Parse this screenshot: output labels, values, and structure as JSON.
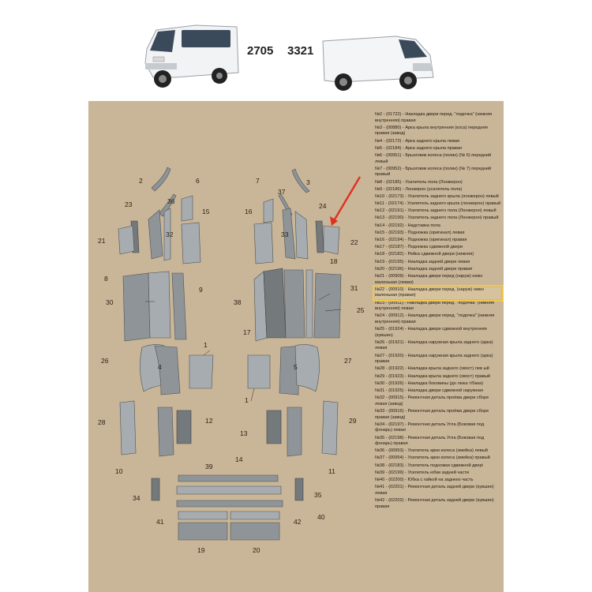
{
  "header": {
    "model_left": "2705",
    "model_right": "3321"
  },
  "labels": {
    "n1a": "1",
    "n1b": "1",
    "n2": "2",
    "n3": "3",
    "n4": "4",
    "n5": "5",
    "n6": "6",
    "n7": "7",
    "n8": "8",
    "n9": "9",
    "n10": "10",
    "n11": "11",
    "n12": "12",
    "n13": "13",
    "n14": "14",
    "n15": "15",
    "n16": "16",
    "n17": "17",
    "n18": "18",
    "n19": "19",
    "n20": "20",
    "n21": "21",
    "n22": "22",
    "n23": "23",
    "n24": "24",
    "n25": "25",
    "n26": "26",
    "n27": "27",
    "n28": "28",
    "n29": "29",
    "n30": "30",
    "n31": "31",
    "n32": "32",
    "n33": "33",
    "n34": "34",
    "n35": "35",
    "n36": "36",
    "n37": "37",
    "n38": "38",
    "n39": "39",
    "n40": "40",
    "n41": "41",
    "n42": "42"
  },
  "legend": [
    "№2 - (01722) - Накладка двери перед. \"лодочка\" (нижняя внутренняя) правая",
    "№3 - (00880) - Арка крыла внутренняя (коса) передняя правая (завод)",
    "№4 - (02172) - Арка заднего крыла левая",
    "№5 - (02184) - Арка заднего крыла правая",
    "№6 - (00951) - Брызговик колеса (полик) (№ 6) передний левый",
    "№7 - (00952) - Брызговик колеса (полик) (№ 7) передний правый",
    "№8 - (02185) - Усилитель пола (Лонжерон)",
    "№9 - (02186) - Лонжерон (усилитель пола)",
    "№10 - (02173) - Усилитель заднего крыла (лонжерон) левый",
    "№11 - (02174) - Усилитель заднего крыла (лонжерон) правый",
    "№12 - (02191) - Усилитель заднего пола (Лонжерон) левый",
    "№13 - (02190) - Усилитель заднего пола (Лонжерон) правый",
    "№14 - (02192) - Надставка пола",
    "№15 - (02193) - Подножка (оригинал) левая",
    "№16 - (02194) - Подножка (оригинал) правая",
    "№17 - (02187) - Подножка сдвижной двери",
    "№18 - (02182) - Рейка сдвижной двери (нижняя)",
    "№19 - (02195) - Накладка задней двери левая",
    "№20 - (02196) - Накладка задней двери правая",
    "№21 - (00909) - Накладка двери перед (наруж) нижн маленькая (левая)",
    "№22 - (00910) - Накладка двери перед. (наруж) нижн маленькая (правая)",
    "№23 - (00911) - Накладка двери перед. \"лодочка\" (нижняя внутренняя) левая",
    "№24 - (00912) - Накладка двери перед. \"лодочка\" (нижняя внутренняя) правая",
    "№25 - (01924) - Накладка двери сдвижной внутренняя (кувшин)",
    "№26 - (01921) - Накладка наружная крыла заднего (арка) левая",
    "№27 - (01920) - Накладка наружная крыла заднего (арка) правая",
    "№28 - (01922) - Накладка крыла заднего (хвост) лев ый",
    "№29 - (01923) - Накладка крыла заднего (хвост) правый",
    "№30 - (01926) - Накладка боковины (до люка т/бака)",
    "№31 - (01925) - Накладка двери сдвижной наружная",
    "№32 - (00915) - Ремонтная деталь проёма двери сборе левая (завод)",
    "№33 - (00916) - Ремонтная деталь проёма двери сборе правая (завод)",
    "№34 - (02197) - Ремонтная деталь Угла (Боковая под фонарь) левая",
    "№35 - (02198) - Ремонтная деталь Угла (Боковая под фонарь) правая",
    "№36 - (00953) - Усилитель арки колеса (змейка) левый",
    "№37 - (00954) - Усилитель арки колеса (змейка) правый",
    "№38 - (02183) - Усилитель подножки сдвижной двері",
    "№39 - (02199) - Усилитель юбки задней части",
    "№40 - (02200) - Юбка с гайкой на заднюю часть",
    "№41 - (02201) - Ремонтная деталь задней двери (кувшин) левая",
    "№42 - (02202) - Ремонтная деталь задней двери (кувшин) правая"
  ],
  "highlight_index": 20,
  "colors": {
    "panel_bg": "#c9b597",
    "highlight": "#f2c94c",
    "arrow": "#e03020"
  }
}
